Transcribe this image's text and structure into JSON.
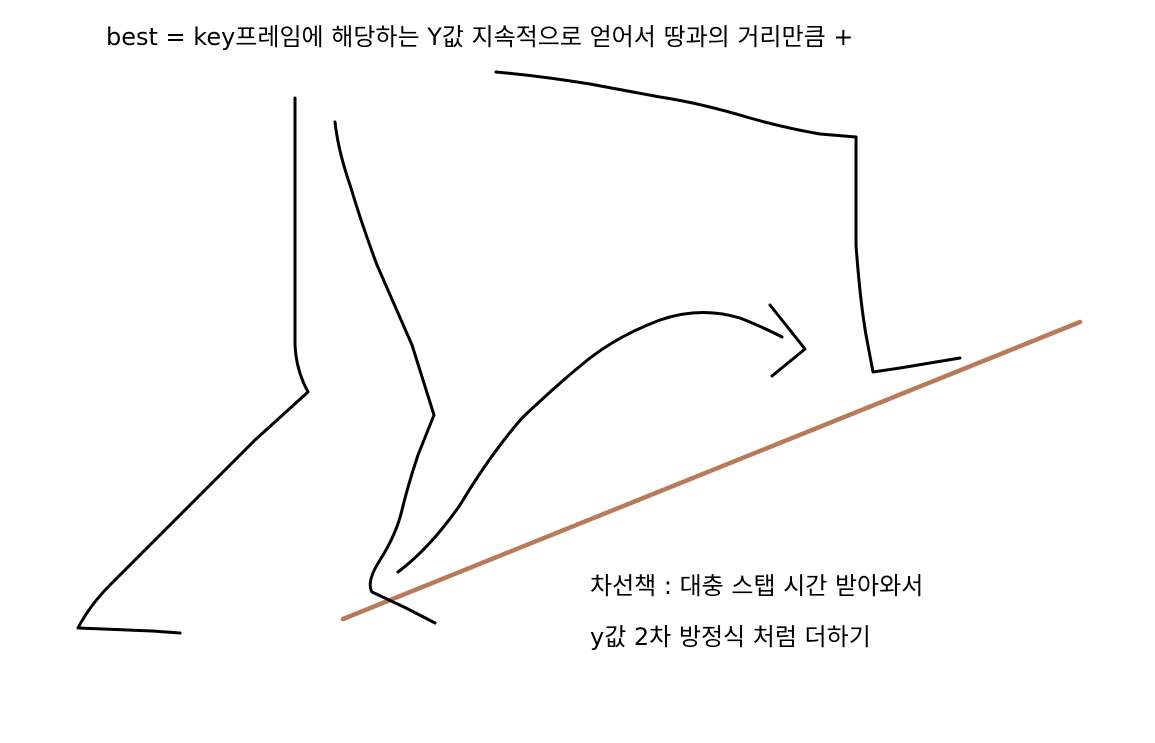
{
  "diagram": {
    "header_text": "best = key프레임에 해당하는 Y값 지속적으로 얻어서 땅과의 거리만큼 +",
    "note_line1": "차선책 : 대충 스탭 시간 받아와서",
    "note_line2": "y값 2차 방정식 처럼 더하기",
    "colors": {
      "stroke": "#000000",
      "ground": "#b87a5a",
      "background": "#ffffff"
    }
  }
}
